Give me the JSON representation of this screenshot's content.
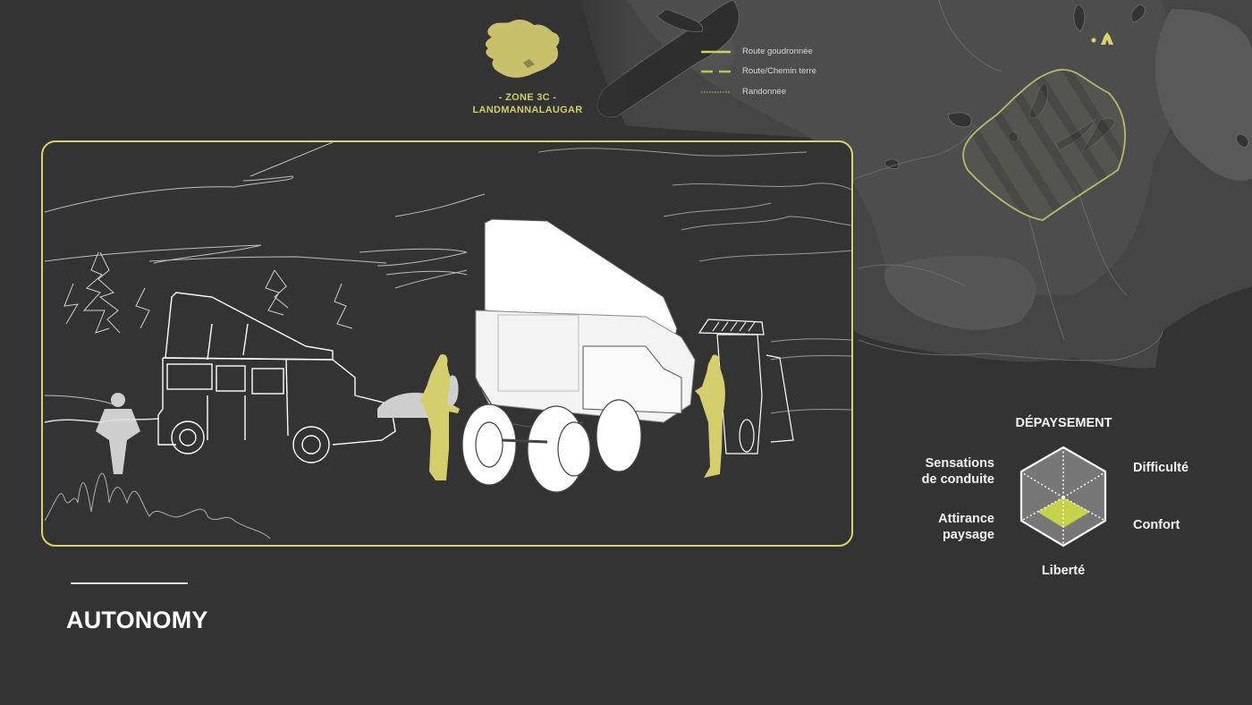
{
  "page_title": "AUTONOMY",
  "zone": {
    "line1": "- ZONE 3C -",
    "line2": "LANDMANNALAUGAR"
  },
  "map_legend": [
    {
      "label": "Route goudronnée",
      "style": "solid"
    },
    {
      "label": "Route/Chemin terre",
      "style": "dashed"
    },
    {
      "label": "Randonnée",
      "style": "dotted"
    }
  ],
  "map_icons": [
    "location-dot-icon",
    "campsite-tent-icon"
  ],
  "colors": {
    "background": "#333333",
    "accent": "#d8d36a",
    "radar_fill": "#c6d24a",
    "radar_bg": "#777777",
    "map_land": "#4a4a4a",
    "figure": "#d4cf6c"
  },
  "radar": {
    "title": "DÉPAYSEMENT",
    "axes": [
      {
        "label_lines": [
          "Sensations",
          "de conduite"
        ],
        "position": "upper-left"
      },
      {
        "label_lines": [
          "Difficulté"
        ],
        "position": "upper-right"
      },
      {
        "label_lines": [
          "Attirance",
          "paysage"
        ],
        "position": "lower-left"
      },
      {
        "label_lines": [
          "Confort"
        ],
        "position": "lower-right"
      },
      {
        "label_lines": [
          "Liberté"
        ],
        "position": "bottom"
      }
    ]
  },
  "chart_data": {
    "type": "radar",
    "title": "DÉPAYSEMENT",
    "categories": [
      "Dépaysement",
      "Difficulté",
      "Confort",
      "Liberté",
      "Attirance paysage",
      "Sensations de conduite"
    ],
    "values": [
      0,
      0,
      0.65,
      0.6,
      0.65,
      0
    ],
    "ylim": [
      0,
      1
    ],
    "grid": "dotted spokes"
  }
}
